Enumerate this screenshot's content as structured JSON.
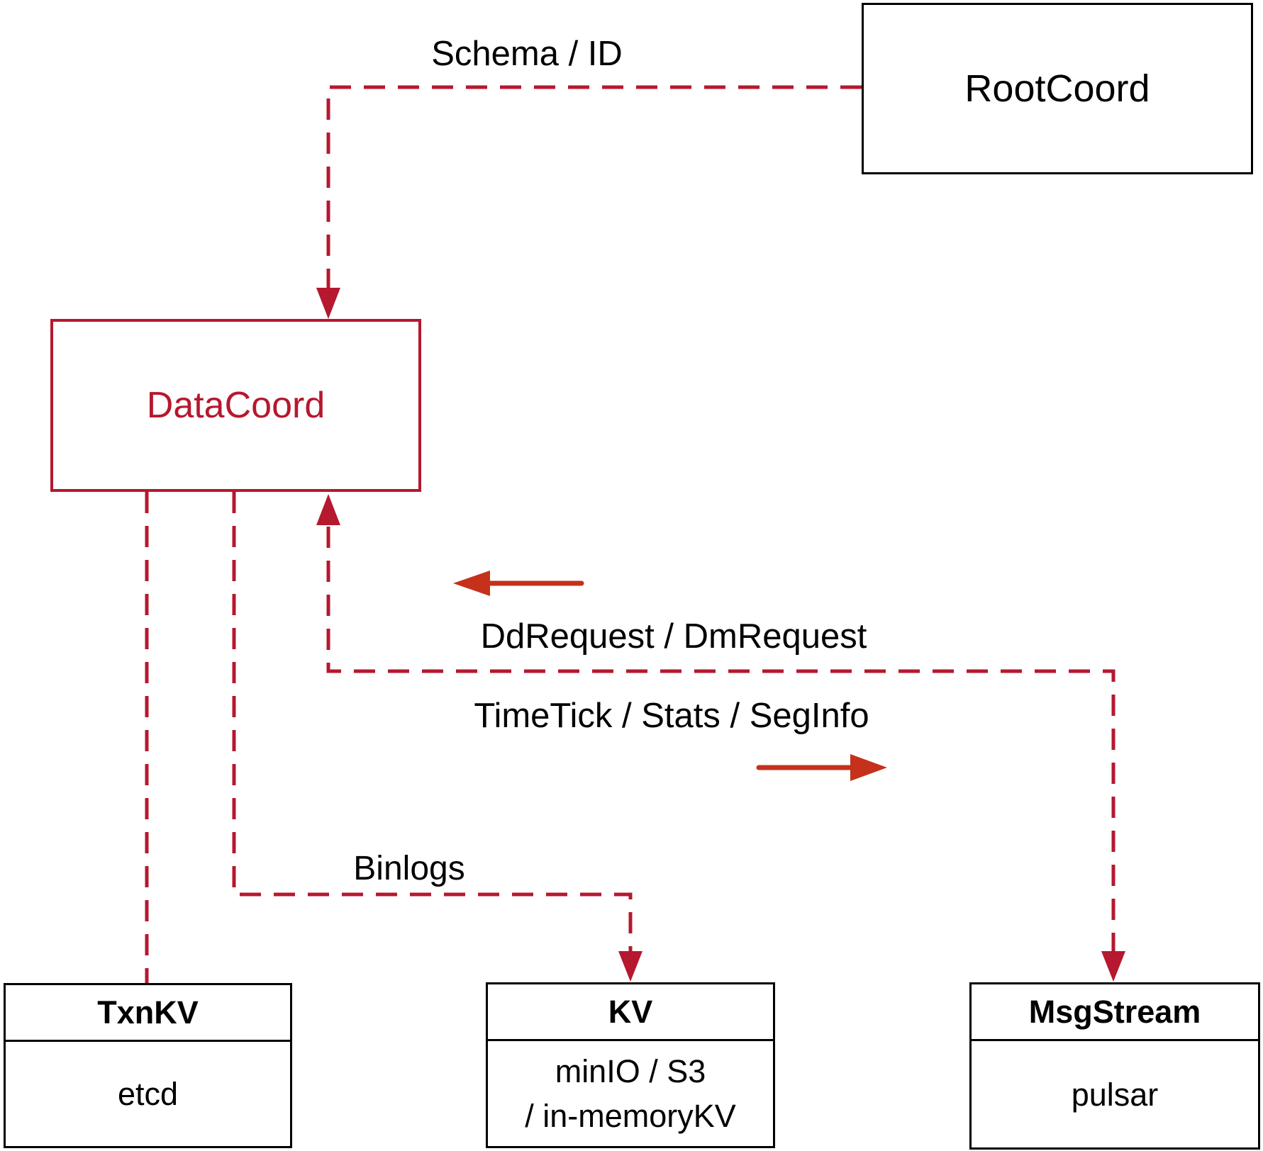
{
  "diagram": {
    "nodes": {
      "rootcoord": {
        "label": "RootCoord"
      },
      "datacoord": {
        "label": "DataCoord"
      },
      "txnkv": {
        "header": "TxnKV",
        "body": "etcd"
      },
      "kv": {
        "header": "KV",
        "body_line1": "minIO / S3",
        "body_line2": "/ in-memoryKV"
      },
      "msgstream": {
        "header": "MsgStream",
        "body": "pulsar"
      }
    },
    "edge_labels": {
      "schema_id": "Schema / ID",
      "dd_dm_request": "DdRequest / DmRequest",
      "timetick_stats_seginfo": "TimeTick / Stats / SegInfo",
      "binlogs": "Binlogs"
    },
    "colors": {
      "connector_crimson": "#b5182f",
      "arrow_red": "#c5311b",
      "node_border_black": "#000000",
      "background": "#ffffff",
      "text_black": "#000000"
    }
  }
}
